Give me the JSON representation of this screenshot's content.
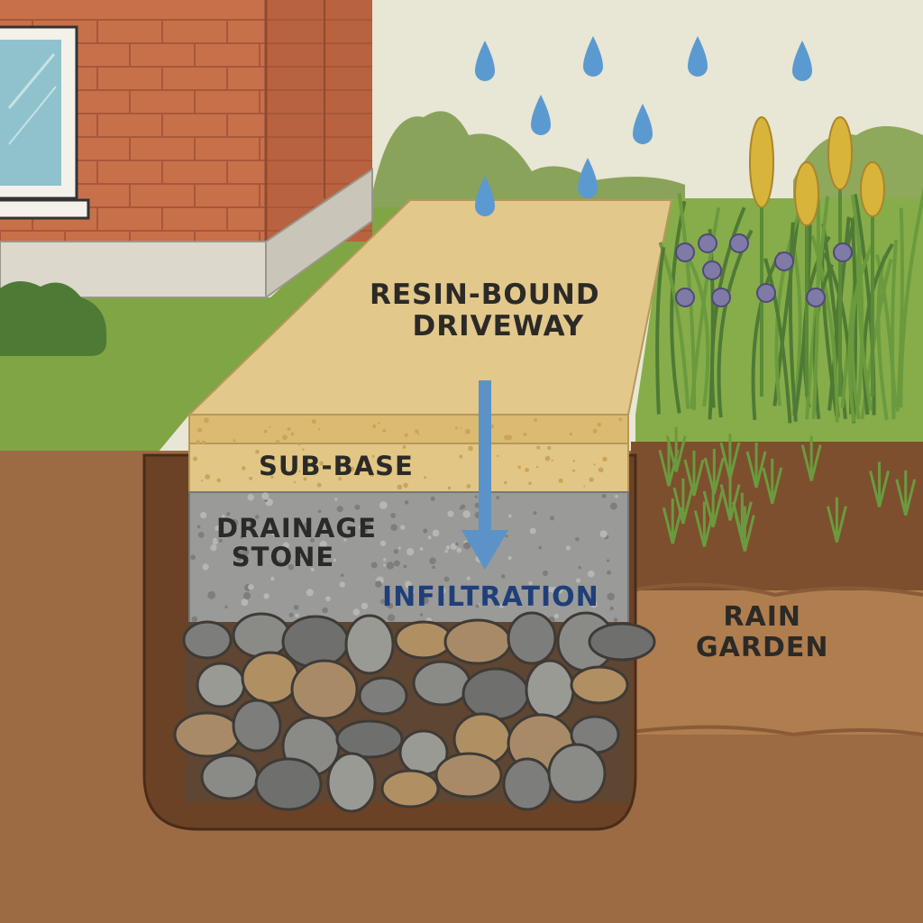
{
  "labels": {
    "driveway_line1": "RESIN-BOUND",
    "driveway_line2": "DRIVEWAY",
    "subbase": "SUB-BASE",
    "drainage_line1": "DRAINAGE",
    "drainage_line2": "STONE",
    "infiltration": "INFILTRATION",
    "garden_line1": "RAIN",
    "garden_line2": "GARDEN"
  },
  "colors": {
    "sky": "#e8e6d4",
    "brick": "#c8704a",
    "resin": "#e3c88c",
    "subbase": "#e2c685",
    "drainage": "#9a9a98",
    "soil": "#9c6b43",
    "grass": "#7fa545",
    "arrow": "#5b93c8",
    "infiltration_text": "#1f3f7a",
    "flower_yellow": "#d9b43a",
    "flower_purple": "#7f7aa6"
  },
  "icons": [
    "raindrop-icon",
    "infiltration-arrow-icon"
  ]
}
